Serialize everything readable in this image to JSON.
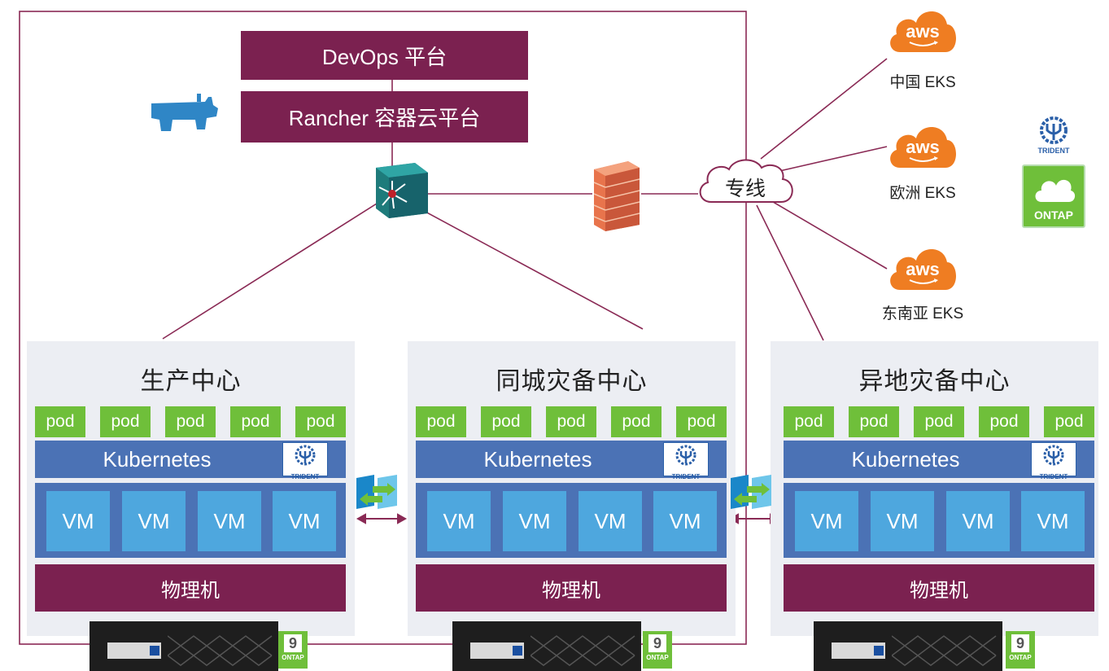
{
  "platform": {
    "devops_label": "DevOps 平台",
    "rancher_label": "Rancher 容器云平台"
  },
  "network": {
    "cloud_label": "专线"
  },
  "aws": [
    {
      "logo_text": "aws",
      "caption": "中国 EKS"
    },
    {
      "logo_text": "aws",
      "caption": "欧洲 EKS"
    },
    {
      "logo_text": "aws",
      "caption": "东南亚 EKS"
    }
  ],
  "ontap_logo_text": "ONTAP",
  "trident_badge_text": "TRIDENT",
  "datacenters": [
    {
      "title": "生产中心",
      "pods": [
        "pod",
        "pod",
        "pod",
        "pod",
        "pod"
      ],
      "k8s_label": "Kubernetes",
      "vms": [
        "VM",
        "VM",
        "VM",
        "VM"
      ],
      "physical_label": "物理机",
      "ontap_version": "9",
      "ontap_text": "ONTAP"
    },
    {
      "title": "同城灾备中心",
      "pods": [
        "pod",
        "pod",
        "pod",
        "pod",
        "pod"
      ],
      "k8s_label": "Kubernetes",
      "vms": [
        "VM",
        "VM",
        "VM",
        "VM"
      ],
      "physical_label": "物理机",
      "ontap_version": "9",
      "ontap_text": "ONTAP"
    },
    {
      "title": "异地灾备中心",
      "pods": [
        "pod",
        "pod",
        "pod",
        "pod",
        "pod"
      ],
      "k8s_label": "Kubernetes",
      "vms": [
        "VM",
        "VM",
        "VM",
        "VM"
      ],
      "physical_label": "物理机",
      "ontap_version": "9",
      "ontap_text": "ONTAP"
    }
  ],
  "colors": {
    "platform": "#7b2150",
    "pod": "#6fbf3a",
    "kubernetes": "#4b72b5",
    "vm": "#4ea7de",
    "aws_orange": "#ef7d22",
    "panel": "#eceef3",
    "link_line": "#8a2a55"
  }
}
